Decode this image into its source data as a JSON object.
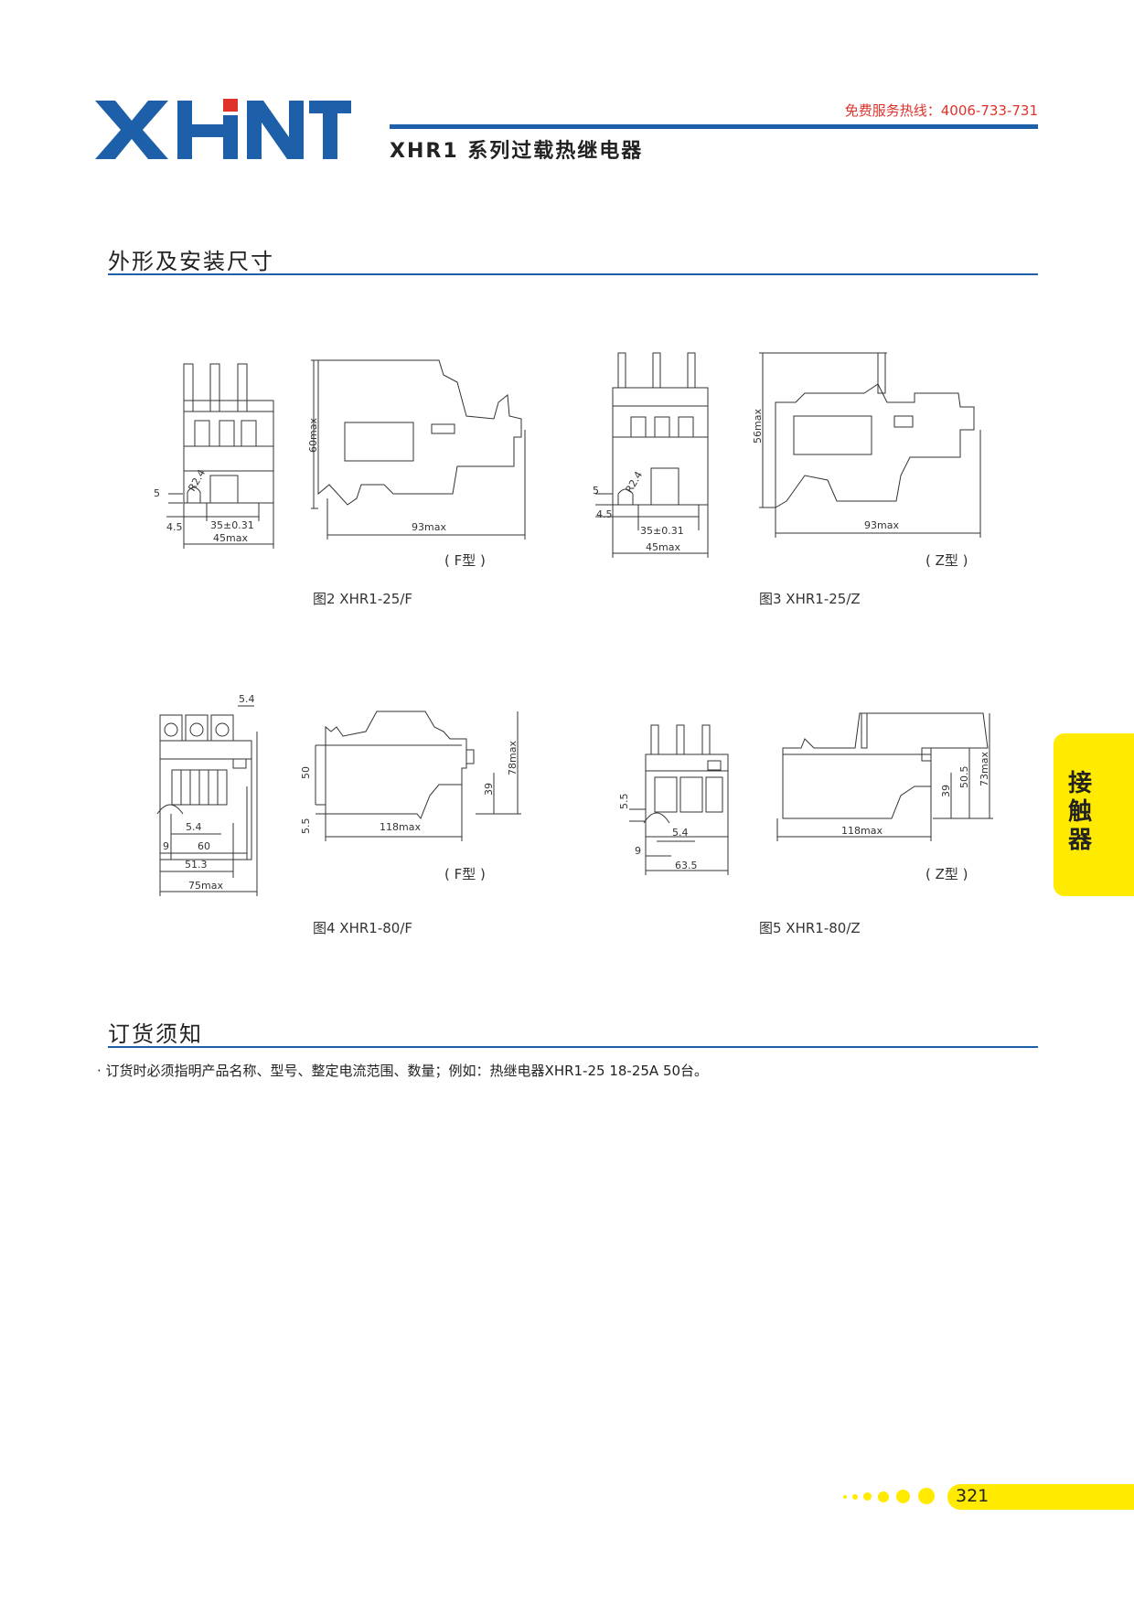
{
  "header": {
    "logo_text": "XHNT",
    "hotline": "免费服务热线：4006-733-731",
    "title": "XHR1  系列过载热继电器"
  },
  "sections": {
    "dimensions_title": "外形及安装尺寸",
    "ordering_title": "订货须知"
  },
  "figures": [
    {
      "caption": "图2 XHR1-25/F",
      "type_label": "( F型 )",
      "dims": {
        "d5": "5",
        "r": "R2.4",
        "d45": "4.5",
        "d35": "35±0.31",
        "w45": "45max",
        "h60": "60max",
        "l93": "93max"
      }
    },
    {
      "caption": "图3 XHR1-25/Z",
      "type_label": "( Z型 )",
      "dims": {
        "d5": "5",
        "r": "R2.4",
        "d45": "4.5",
        "d35": "35±0.31",
        "w45": "45max",
        "h56": "56max",
        "l93": "93max"
      }
    },
    {
      "caption": "图4 XHR1-80/F",
      "type_label": "( F型 )",
      "dims": {
        "d54t": "5.4",
        "d54": "5.4",
        "d9": "9",
        "d60": "60",
        "d513": "51.3",
        "w75": "75max",
        "h50": "50",
        "h55": "5.5",
        "l118": "118max",
        "h39": "39",
        "h78": "78max"
      }
    },
    {
      "caption": "图5 XHR1-80/Z",
      "type_label": "( Z型 )",
      "dims": {
        "h55": "5.5",
        "d54": "5.4",
        "d9": "9",
        "d635": "63.5",
        "l118": "118max",
        "h39": "39",
        "h505": "50.5",
        "h73": "73max"
      }
    }
  ],
  "ordering_note": "· 订货时必须指明产品名称、型号、整定电流范围、数量；例如：热继电器XHR1-25 18-25A 50台。",
  "side_tab": "接触器",
  "page_number": "321",
  "colors": {
    "brand_blue": "#1d5fa8",
    "brand_red": "#e0312b",
    "accent_yellow": "#ffea00"
  }
}
